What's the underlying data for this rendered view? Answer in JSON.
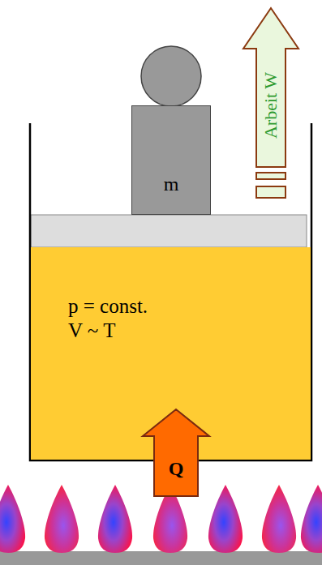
{
  "diagram": {
    "nodes": [
      {
        "text": [
          "m"
        ]
      },
      {
        "text": [
          "p = const.",
          "V ~ T"
        ]
      },
      {
        "text": [
          "Arbeit W"
        ]
      },
      {
        "text": [
          "Q"
        ]
      }
    ]
  }
}
